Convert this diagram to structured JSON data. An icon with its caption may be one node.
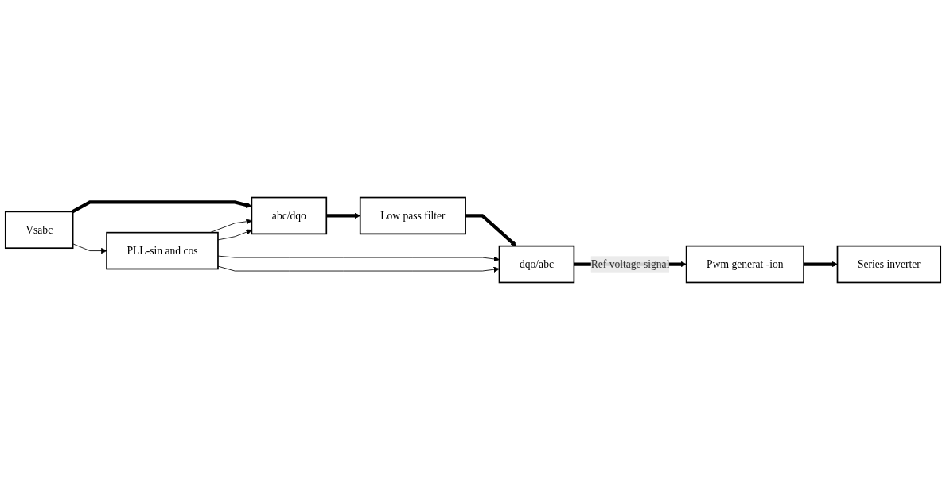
{
  "diagram": {
    "nodes": [
      {
        "text": [
          "Vsabc"
        ]
      },
      {
        "text": [
          "abc/dqo"
        ]
      },
      {
        "text": [
          "Low pass filter"
        ]
      },
      {
        "text": [
          "dqo/abc"
        ]
      },
      {
        "text": [
          "Pwm generat -ion"
        ]
      },
      {
        "text": [
          "Series inverter"
        ]
      },
      {
        "text": [
          "PLL-sin and cos"
        ]
      }
    ],
    "edges": [
      {
        "from": 0,
        "to": 1,
        "arrow": "to",
        "style": "thick"
      },
      {
        "from": 1,
        "to": 2,
        "arrow": "to",
        "style": "thick"
      },
      {
        "from": 2,
        "to": 3,
        "arrow": "to",
        "style": "thick"
      },
      {
        "from": 3,
        "to": 4,
        "arrow": "to",
        "style": "thick",
        "label": "Ref voltage signal"
      },
      {
        "from": 4,
        "to": 5,
        "arrow": "to",
        "style": "thick"
      },
      {
        "from": 0,
        "to": 6,
        "arrow": "to"
      },
      {
        "from": 6,
        "to": 1,
        "arrow": "to"
      },
      {
        "from": 6,
        "to": 1,
        "arrow": "to"
      },
      {
        "from": 6,
        "to": 3,
        "arrow": "to"
      },
      {
        "from": 6,
        "to": 3,
        "arrow": "to"
      }
    ]
  }
}
